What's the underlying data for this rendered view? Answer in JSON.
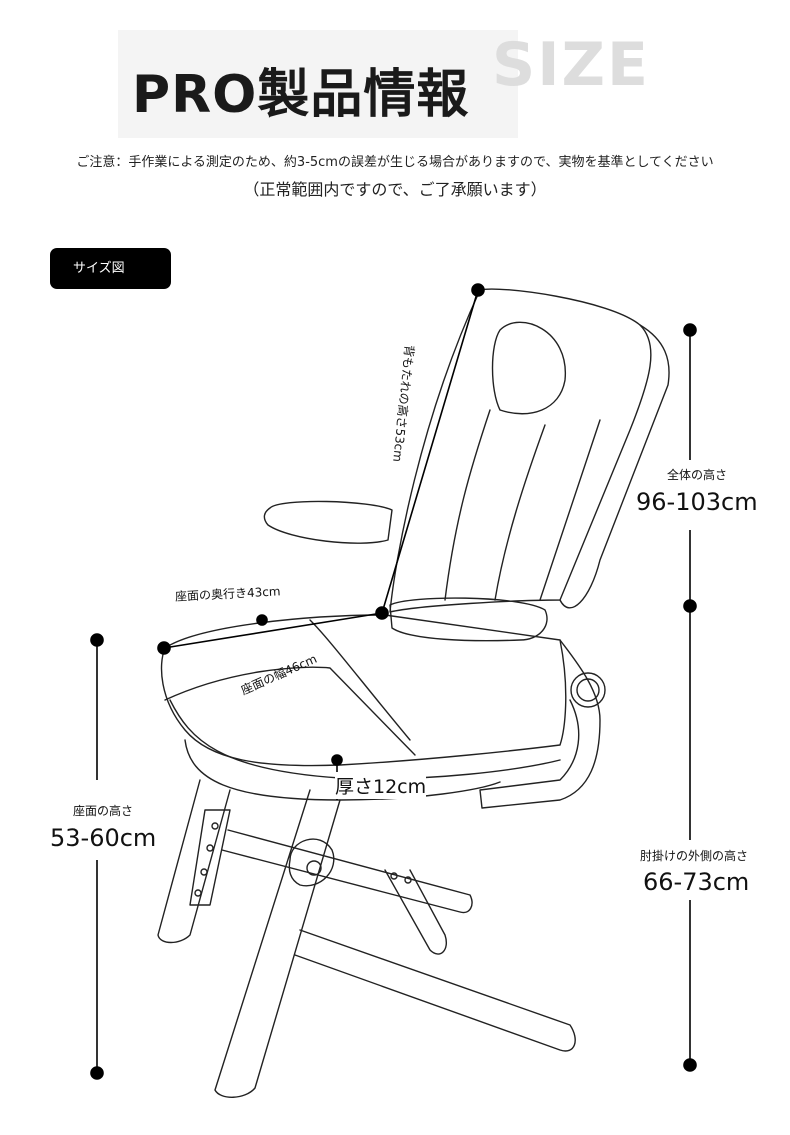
{
  "header": {
    "title": "PRO製品情報",
    "title_watermark": "SIZE"
  },
  "notice": {
    "line1": "ご注意：手作業による測定のため、約3-5cmの誤差が生じる場合がありますので、実物を基準としてください",
    "line2": "（正常範囲内ですので、ご了承願います）"
  },
  "badge": {
    "label": "サイズ図"
  },
  "dimensions": {
    "backrest_height": "背もたれの高さ53cm",
    "overall_height_label": "全体の高さ",
    "overall_height_value": "96-103cm",
    "seat_depth": "座面の奥行き43cm",
    "seat_width": "座面の幅46cm",
    "thickness": "厚さ12cm",
    "seat_height_label": "座面の高さ",
    "seat_height_value": "53-60cm",
    "armrest_height_label": "肘掛けの外側の高さ",
    "armrest_height_value": "66-73cm"
  },
  "colors": {
    "ink": "#111111",
    "badge_bg": "#000000",
    "badge_text": "#ffffff",
    "watermark": "#dddddd"
  }
}
